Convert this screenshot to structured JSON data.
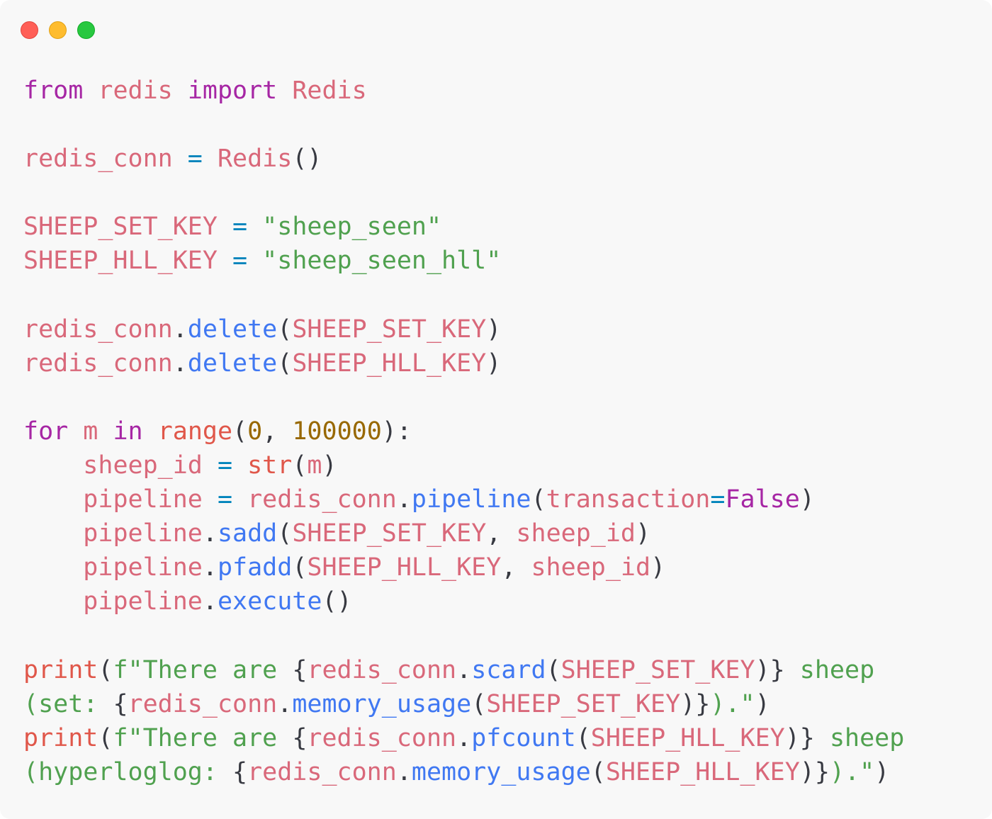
{
  "window": {
    "controls": [
      {
        "name": "close",
        "color": "#ff5f57"
      },
      {
        "name": "minimize",
        "color": "#febc2e"
      },
      {
        "name": "maximize",
        "color": "#28c840"
      }
    ]
  },
  "theme": {
    "background": "#f8f8f8",
    "keyword": "#a626a4",
    "identifier": "#d9687a",
    "builtin": "#e0574a",
    "method": "#4078f2",
    "string": "#50a14f",
    "number": "#986801",
    "operator": "#0184bc",
    "punctuation": "#383a42"
  },
  "code": {
    "language": "python",
    "lines": [
      [
        [
          "keyword",
          "from"
        ],
        [
          "ws",
          " "
        ],
        [
          "ident",
          "redis"
        ],
        [
          "ws",
          " "
        ],
        [
          "keyword",
          "import"
        ],
        [
          "ws",
          " "
        ],
        [
          "ident",
          "Redis"
        ]
      ],
      [],
      [
        [
          "ident",
          "redis_conn"
        ],
        [
          "ws",
          " "
        ],
        [
          "op",
          "="
        ],
        [
          "ws",
          " "
        ],
        [
          "ident",
          "Redis"
        ],
        [
          "punct",
          "()"
        ]
      ],
      [],
      [
        [
          "ident",
          "SHEEP_SET_KEY"
        ],
        [
          "ws",
          " "
        ],
        [
          "op",
          "="
        ],
        [
          "ws",
          " "
        ],
        [
          "string",
          "\"sheep_seen\""
        ]
      ],
      [
        [
          "ident",
          "SHEEP_HLL_KEY"
        ],
        [
          "ws",
          " "
        ],
        [
          "op",
          "="
        ],
        [
          "ws",
          " "
        ],
        [
          "string",
          "\"sheep_seen_hll\""
        ]
      ],
      [],
      [
        [
          "ident",
          "redis_conn"
        ],
        [
          "punct",
          "."
        ],
        [
          "method",
          "delete"
        ],
        [
          "punct",
          "("
        ],
        [
          "ident",
          "SHEEP_SET_KEY"
        ],
        [
          "punct",
          ")"
        ]
      ],
      [
        [
          "ident",
          "redis_conn"
        ],
        [
          "punct",
          "."
        ],
        [
          "method",
          "delete"
        ],
        [
          "punct",
          "("
        ],
        [
          "ident",
          "SHEEP_HLL_KEY"
        ],
        [
          "punct",
          ")"
        ]
      ],
      [],
      [
        [
          "keyword",
          "for"
        ],
        [
          "ws",
          " "
        ],
        [
          "ident",
          "m"
        ],
        [
          "ws",
          " "
        ],
        [
          "keyword",
          "in"
        ],
        [
          "ws",
          " "
        ],
        [
          "builtin",
          "range"
        ],
        [
          "punct",
          "("
        ],
        [
          "number",
          "0"
        ],
        [
          "punct",
          ", "
        ],
        [
          "number",
          "100000"
        ],
        [
          "punct",
          "):"
        ]
      ],
      [
        [
          "ws",
          "    "
        ],
        [
          "ident",
          "sheep_id"
        ],
        [
          "ws",
          " "
        ],
        [
          "op",
          "="
        ],
        [
          "ws",
          " "
        ],
        [
          "builtin",
          "str"
        ],
        [
          "punct",
          "("
        ],
        [
          "ident",
          "m"
        ],
        [
          "punct",
          ")"
        ]
      ],
      [
        [
          "ws",
          "    "
        ],
        [
          "ident",
          "pipeline"
        ],
        [
          "ws",
          " "
        ],
        [
          "op",
          "="
        ],
        [
          "ws",
          " "
        ],
        [
          "ident",
          "redis_conn"
        ],
        [
          "punct",
          "."
        ],
        [
          "method",
          "pipeline"
        ],
        [
          "punct",
          "("
        ],
        [
          "ident",
          "transaction"
        ],
        [
          "op",
          "="
        ],
        [
          "const",
          "False"
        ],
        [
          "punct",
          ")"
        ]
      ],
      [
        [
          "ws",
          "    "
        ],
        [
          "ident",
          "pipeline"
        ],
        [
          "punct",
          "."
        ],
        [
          "method",
          "sadd"
        ],
        [
          "punct",
          "("
        ],
        [
          "ident",
          "SHEEP_SET_KEY"
        ],
        [
          "punct",
          ", "
        ],
        [
          "ident",
          "sheep_id"
        ],
        [
          "punct",
          ")"
        ]
      ],
      [
        [
          "ws",
          "    "
        ],
        [
          "ident",
          "pipeline"
        ],
        [
          "punct",
          "."
        ],
        [
          "method",
          "pfadd"
        ],
        [
          "punct",
          "("
        ],
        [
          "ident",
          "SHEEP_HLL_KEY"
        ],
        [
          "punct",
          ", "
        ],
        [
          "ident",
          "sheep_id"
        ],
        [
          "punct",
          ")"
        ]
      ],
      [
        [
          "ws",
          "    "
        ],
        [
          "ident",
          "pipeline"
        ],
        [
          "punct",
          "."
        ],
        [
          "method",
          "execute"
        ],
        [
          "punct",
          "()"
        ]
      ],
      [],
      [
        [
          "builtin",
          "print"
        ],
        [
          "punct",
          "("
        ],
        [
          "string",
          "f\"There are "
        ],
        [
          "punct",
          "{"
        ],
        [
          "ident",
          "redis_conn"
        ],
        [
          "punct",
          "."
        ],
        [
          "method",
          "scard"
        ],
        [
          "punct",
          "("
        ],
        [
          "ident",
          "SHEEP_SET_KEY"
        ],
        [
          "punct",
          ")}"
        ],
        [
          "string",
          " sheep"
        ]
      ],
      [
        [
          "string",
          "(set: "
        ],
        [
          "punct",
          "{"
        ],
        [
          "ident",
          "redis_conn"
        ],
        [
          "punct",
          "."
        ],
        [
          "method",
          "memory_usage"
        ],
        [
          "punct",
          "("
        ],
        [
          "ident",
          "SHEEP_SET_KEY"
        ],
        [
          "punct",
          ")}"
        ],
        [
          "string",
          ").\""
        ],
        [
          "punct",
          ")"
        ]
      ],
      [
        [
          "builtin",
          "print"
        ],
        [
          "punct",
          "("
        ],
        [
          "string",
          "f\"There are "
        ],
        [
          "punct",
          "{"
        ],
        [
          "ident",
          "redis_conn"
        ],
        [
          "punct",
          "."
        ],
        [
          "method",
          "pfcount"
        ],
        [
          "punct",
          "("
        ],
        [
          "ident",
          "SHEEP_HLL_KEY"
        ],
        [
          "punct",
          ")}"
        ],
        [
          "string",
          " sheep"
        ]
      ],
      [
        [
          "string",
          "(hyperloglog: "
        ],
        [
          "punct",
          "{"
        ],
        [
          "ident",
          "redis_conn"
        ],
        [
          "punct",
          "."
        ],
        [
          "method",
          "memory_usage"
        ],
        [
          "punct",
          "("
        ],
        [
          "ident",
          "SHEEP_HLL_KEY"
        ],
        [
          "punct",
          ")}"
        ],
        [
          "string",
          ").\""
        ],
        [
          "punct",
          ")"
        ]
      ]
    ]
  }
}
